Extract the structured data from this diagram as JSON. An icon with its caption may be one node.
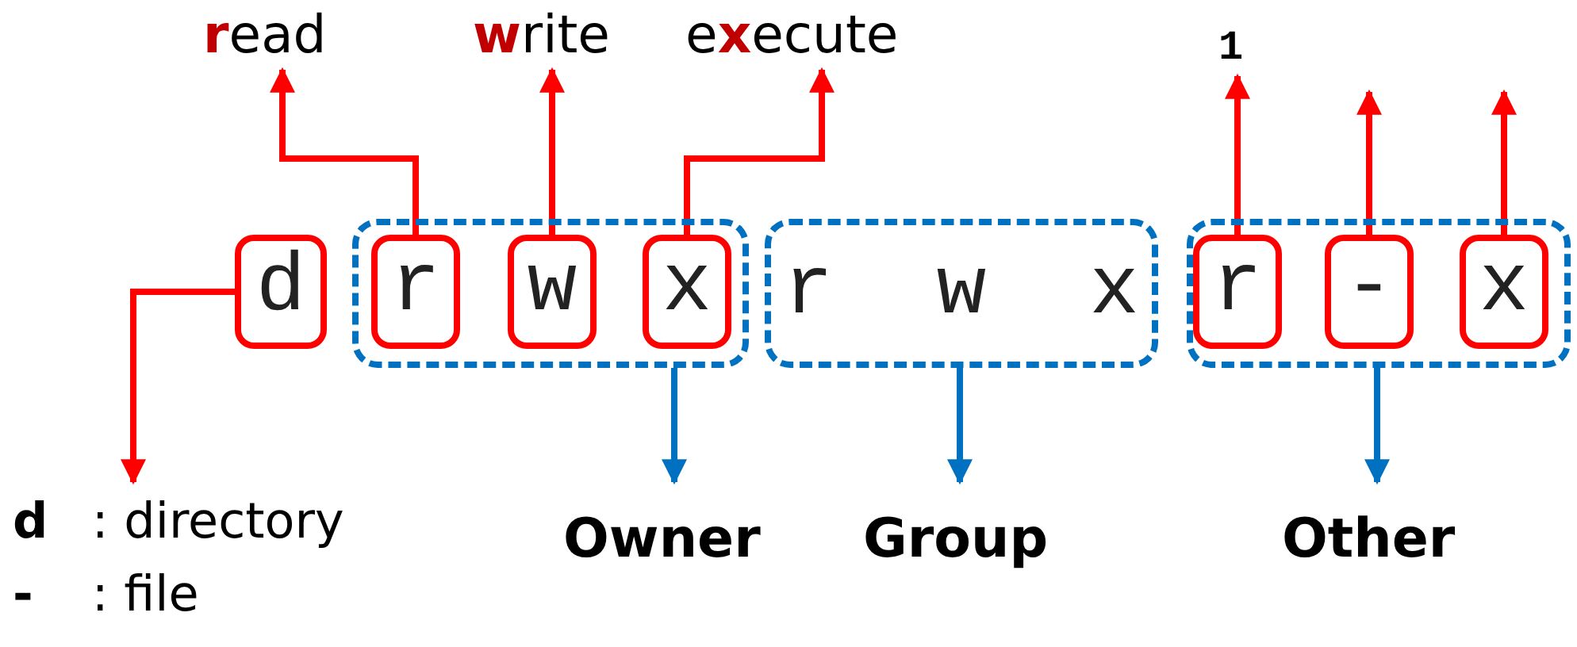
{
  "diagram": {
    "nodes": [
      {
        "text": [
          "d"
        ]
      },
      {
        "text": [],
        "shape": "box"
      },
      {
        "text": [
          "r"
        ],
        "in": 1
      },
      {
        "text": [
          "w"
        ],
        "in": 1
      },
      {
        "text": [
          "x"
        ],
        "in": 1
      },
      {
        "text": [
          "r w x"
        ]
      },
      {
        "text": [],
        "shape": "box"
      },
      {
        "text": [
          "r"
        ],
        "in": 6
      },
      {
        "text": [
          "-"
        ],
        "in": 6
      },
      {
        "text": [
          "x"
        ],
        "in": 6
      },
      {
        "text": [
          "**r**ead"
        ]
      },
      {
        "text": [
          "**w**rite"
        ]
      },
      {
        "text": [
          "e**x**ecute"
        ]
      },
      {
        "text": [
          "1"
        ]
      },
      {
        "text": [
          "**d** : directory",
          "**-** : file"
        ]
      },
      {
        "text": [
          "Owner"
        ]
      },
      {
        "text": [
          "Group"
        ]
      },
      {
        "text": [
          "Other"
        ]
      }
    ],
    "edges": [
      {
        "from": 2,
        "to": 10,
        "arrow": "to"
      },
      {
        "from": 3,
        "to": 11,
        "arrow": "to"
      },
      {
        "from": 4,
        "to": 12,
        "arrow": "to"
      },
      {
        "from": 7,
        "to": 13,
        "arrow": "to"
      },
      {
        "from": 8,
        "to": null,
        "arrow": "to"
      },
      {
        "from": 9,
        "to": null,
        "arrow": "to"
      },
      {
        "from": 0,
        "to": 14,
        "arrow": "to"
      },
      {
        "from": 1,
        "to": 15,
        "arrow": "to",
        "color": "#0070c0"
      },
      {
        "from": 5,
        "to": 16,
        "arrow": "to",
        "color": "#0070c0"
      },
      {
        "from": 6,
        "to": 17,
        "arrow": "to",
        "color": "#0070c0"
      }
    ]
  }
}
